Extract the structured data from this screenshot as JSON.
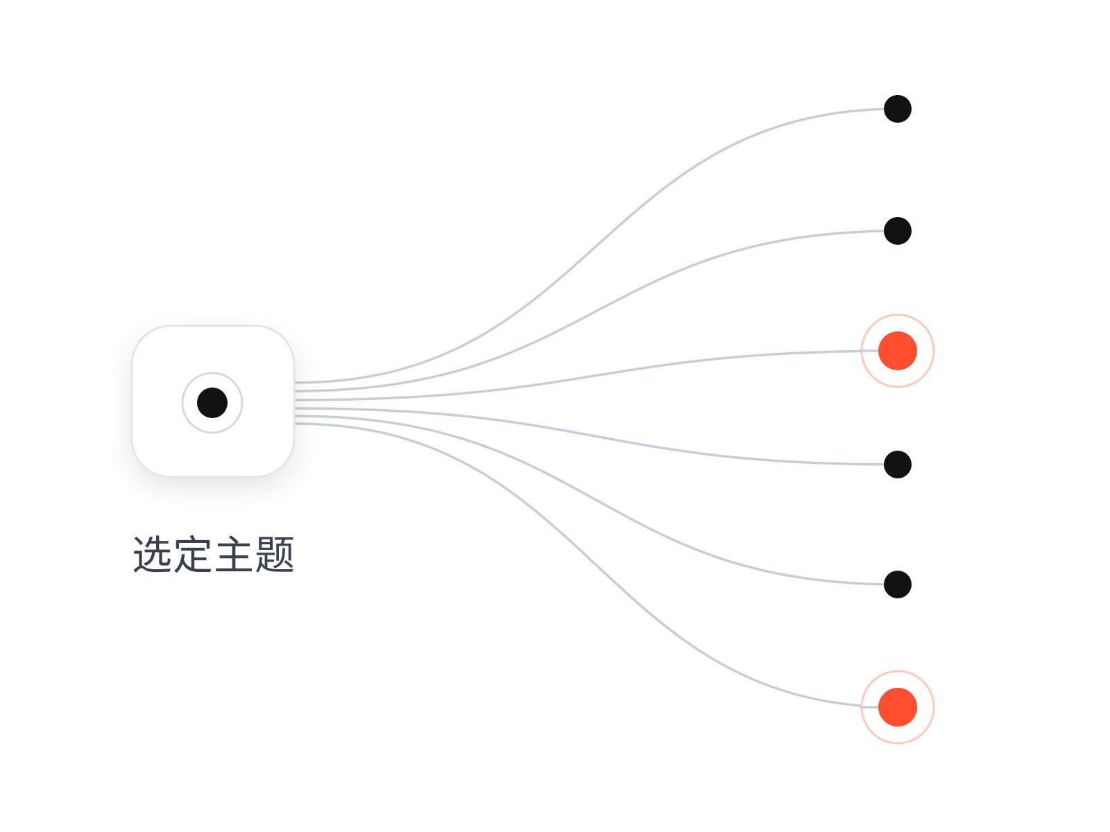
{
  "source": {
    "label": "选定主题"
  },
  "targets": [
    {
      "id": "target-1",
      "selected": false
    },
    {
      "id": "target-2",
      "selected": false
    },
    {
      "id": "target-3",
      "selected": true
    },
    {
      "id": "target-4",
      "selected": false
    },
    {
      "id": "target-5",
      "selected": false
    },
    {
      "id": "target-6",
      "selected": true
    }
  ],
  "colors": {
    "connector": "#c8cdd6",
    "dot": "#111111",
    "selected_dot": "#ff4f2e",
    "selected_ring": "#ffc9bd",
    "box_border": "#e4e5e9",
    "box_fill": "#ffffff",
    "source_ring": "#d6d8dc",
    "label": "#3a404d"
  }
}
